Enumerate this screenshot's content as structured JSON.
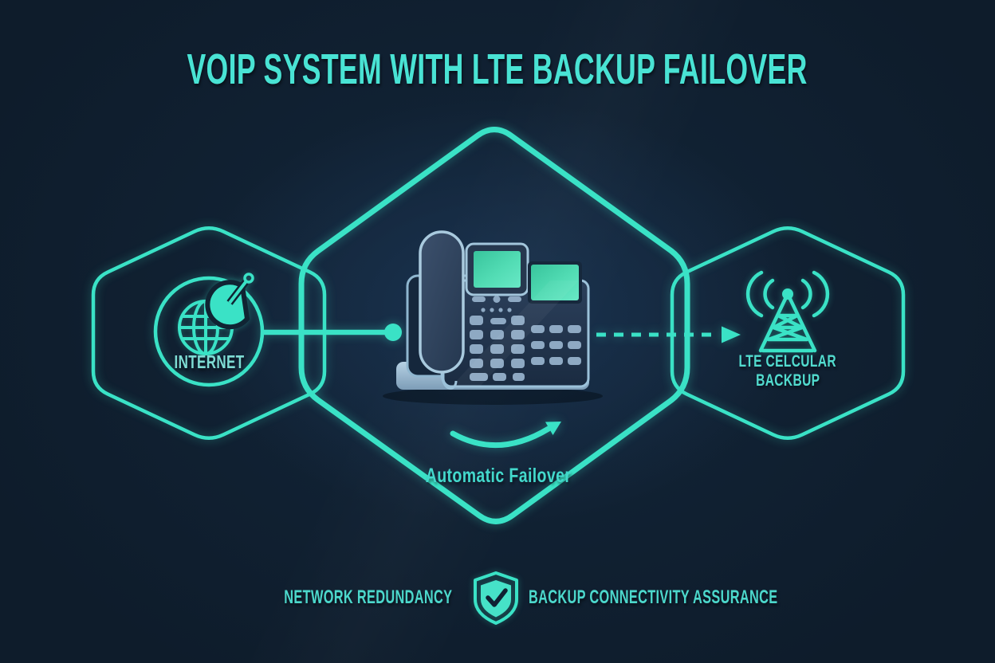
{
  "title": "VOIP SYSTEM WITH LTE BACKUP FAILOVER",
  "palette": {
    "background": "#0e1c2b",
    "accent_teal": "#3ae2c6",
    "title_text": "#49e3d4",
    "label_text": "#4fd9cd",
    "phone_body": "#22344c",
    "phone_outline": "#a7c8de",
    "screen_teal": "#4adfb4"
  },
  "nodes": {
    "internet": {
      "label": "INTERNET",
      "icon": "globe-satellite-icon"
    },
    "phone": {
      "icon": "voip-desk-phone-illustration",
      "caption": "Automatic Failover"
    },
    "lte": {
      "label_line1": "LTE CELCULAR",
      "label_line2": "BACKBUP",
      "icon": "cell-tower-icon"
    }
  },
  "connections": {
    "primary": {
      "from": "internet",
      "to": "phone",
      "style": "solid"
    },
    "backup": {
      "from": "phone",
      "to": "lte",
      "style": "dashed-arrow"
    }
  },
  "footer": {
    "left_label": "NETWORK REDUNDANCY",
    "icon": "shield-check-icon",
    "right_label": "BACKUP CONNECTIVITY ASSURANCE"
  }
}
